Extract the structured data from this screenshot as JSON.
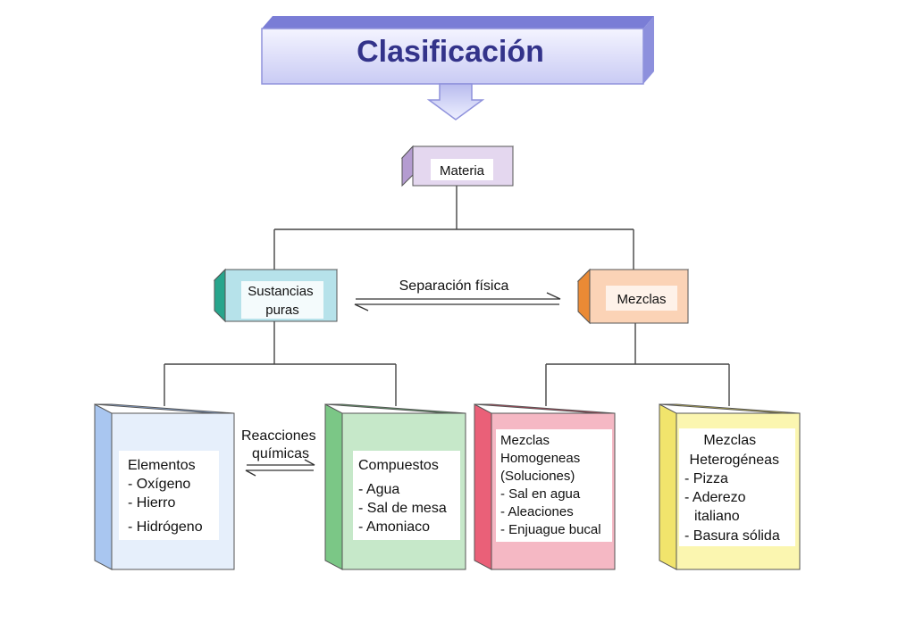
{
  "title": "Clasificación",
  "nodes": {
    "materia": {
      "label": "Materia"
    },
    "sustancias_puras": {
      "lines": [
        "Sustancias",
        "puras"
      ]
    },
    "mezclas": {
      "label": "Mezclas"
    },
    "elementos": {
      "lines": [
        "Elementos",
        "- Oxígeno",
        "- Hierro",
        "- Hidrógeno"
      ]
    },
    "compuestos": {
      "lines": [
        "Compuestos",
        "- Agua",
        "- Sal de mesa",
        "- Amoniaco"
      ]
    },
    "homogeneas": {
      "lines": [
        "Mezclas",
        "Homogeneas",
        "(Soluciones)",
        "- Sal en agua",
        "- Aleaciones",
        "- Enjuague bucal"
      ]
    },
    "heterogeneas": {
      "lines": [
        "Mezclas",
        "Heterogéneas",
        "- Pizza",
        "- Aderezo",
        "italiano",
        "- Basura sólida"
      ]
    }
  },
  "edge_labels": {
    "separacion_fisica": "Separación física",
    "reacciones_quimicas": [
      "Reacciones",
      "químicas"
    ]
  },
  "colors": {
    "title_banner": "#aeb0ec",
    "title_text": "#33338a",
    "materia": "#e4d7ef",
    "sustancias_puras": "#b6e2ea",
    "mezclas": "#fbd3b6",
    "elementos": "#e6effb",
    "compuestos": "#c6e8c9",
    "homogeneas": "#f5b8c4",
    "heterogeneas": "#fbf6b0"
  }
}
